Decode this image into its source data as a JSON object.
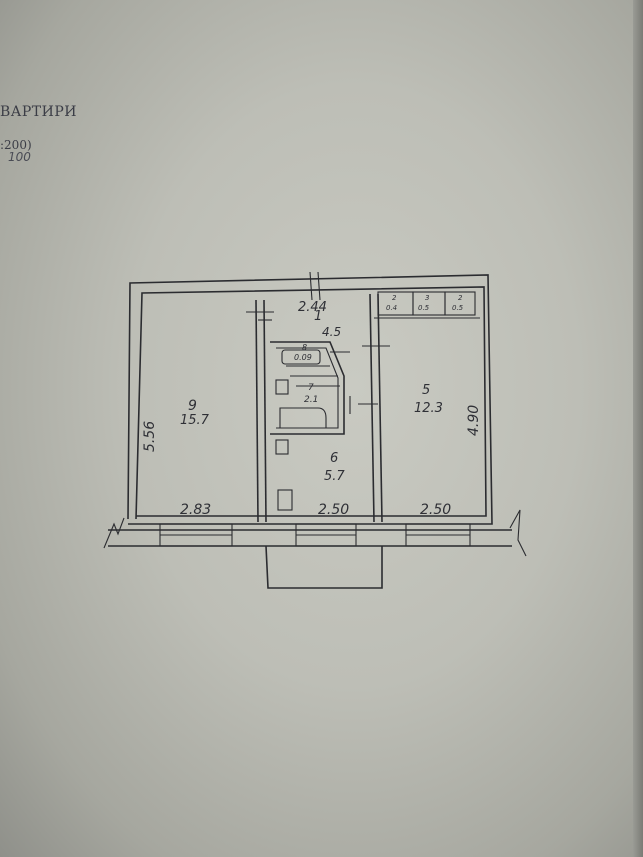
{
  "header": {
    "title": "ВАРТИРИ",
    "scale": ":200)",
    "scale_handwritten": "100"
  },
  "rooms": [
    {
      "number": "9",
      "area": "15.7"
    },
    {
      "number": "1",
      "area": "4.5"
    },
    {
      "number": "8",
      "area": "0.09"
    },
    {
      "number": "7",
      "area": "2.1"
    },
    {
      "number": "6",
      "area": "5.7"
    },
    {
      "number": "5",
      "area": "12.3"
    }
  ],
  "closets": [
    {
      "number": "2",
      "area": "0.4"
    },
    {
      "number": "3",
      "area": "0.5"
    },
    {
      "number": "2",
      "area": "0.5"
    }
  ],
  "dimensions": {
    "corridor_width": "2.44",
    "left_room_height": "5.56",
    "left_room_width": "2.83",
    "middle_width": "2.50",
    "right_room_height": "4.90",
    "right_room_width": "2.50"
  },
  "colors": {
    "paper": "#c4c5bd",
    "ink": "#2b2c30",
    "print": "#3b3d46"
  }
}
